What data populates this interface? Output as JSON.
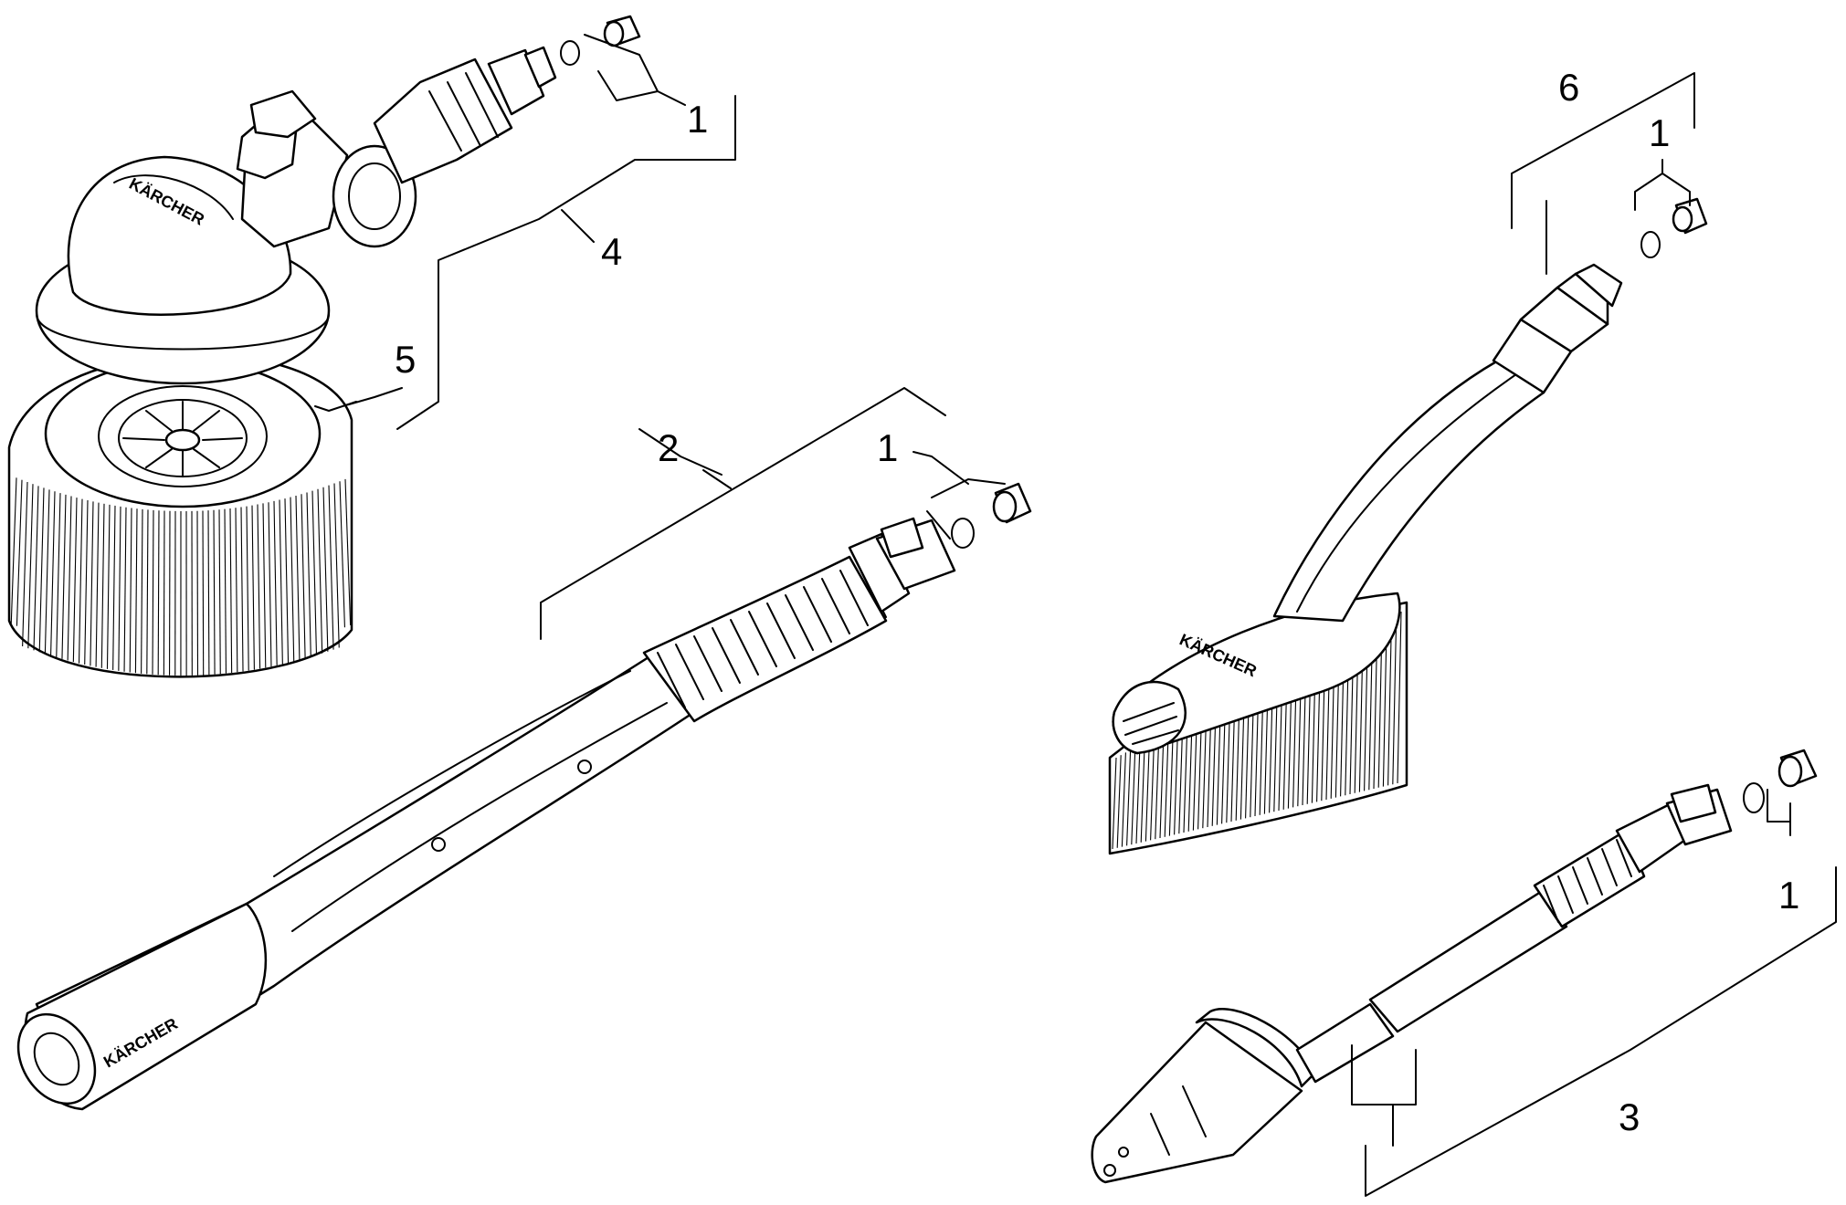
{
  "callouts": {
    "rotary_nozzle_1": "1",
    "rotary_brush_assembly": "4",
    "rotary_brush_head": "5",
    "spray_lance_assembly": "2",
    "spray_lance_nozzle_1": "1",
    "wash_brush_assembly": "6",
    "wash_brush_nozzle_1": "1",
    "dirt_blaster_nozzle_1": "1",
    "dirt_blaster_assembly": "3"
  },
  "brand_marks": {
    "rotary_brush_logo": "KÄRCHER",
    "spray_lance_logo": "KÄRCHER",
    "wash_brush_logo": "KÄRCHER"
  }
}
